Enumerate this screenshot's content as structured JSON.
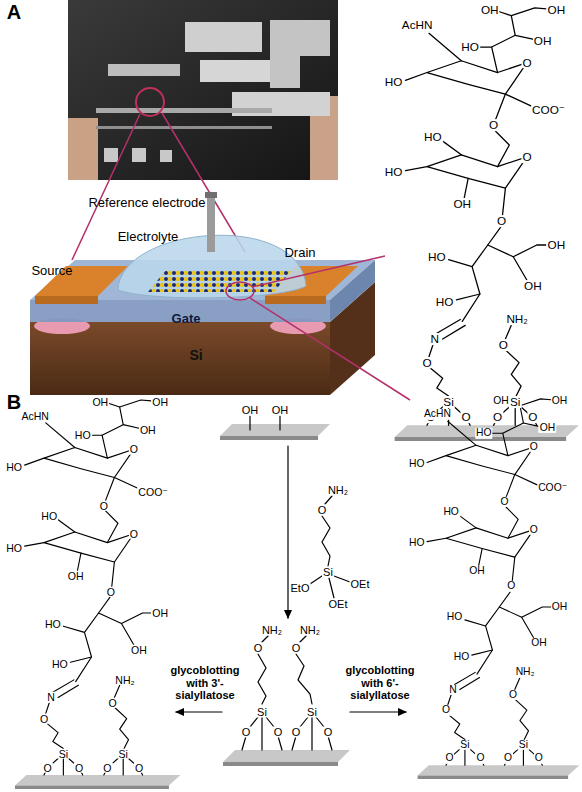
{
  "diagram": {
    "labels": [
      "A",
      "Reference electrode",
      "Electrolyte",
      "Source",
      "Drain",
      "Gate",
      "Si",
      "AcHN",
      "OH",
      "OH",
      "HO",
      "OH",
      "HO",
      "O",
      "COO⁻",
      "O",
      "HO",
      "HO",
      "O",
      "OH",
      "O",
      "OH",
      "OH",
      "HO",
      "HO",
      "N",
      "O",
      "NH₂",
      "O",
      "Si",
      "Si",
      "O",
      "O",
      "O",
      "O",
      "B",
      "OH",
      "OH",
      "NH₂",
      "O",
      "Si",
      "EtO",
      "OEt",
      "OEt",
      "O",
      "NH₂",
      "O",
      "NH₂",
      "Si",
      "Si",
      "O",
      "O",
      "O",
      "O",
      "glycoblotting with 3'-sialyllatose",
      "glycoblotting with 6'-sialyllatose",
      "AcHN",
      "OH",
      "OH",
      "HO",
      "OH",
      "HO",
      "O",
      "COO⁻",
      "O",
      "HO",
      "HO",
      "O",
      "OH",
      "O",
      "OH",
      "OH",
      "HO",
      "HO",
      "N",
      "O",
      "NH₂",
      "O",
      "Si",
      "Si",
      "O",
      "O",
      "O",
      "O",
      "AcHN",
      "OH",
      "OH",
      "HO",
      "OH",
      "HO",
      "O",
      "COO⁻",
      "O",
      "HO",
      "HO",
      "O",
      "OH",
      "O",
      "OH",
      "OH",
      "HO",
      "HO",
      "N",
      "O",
      "NH₂",
      "O",
      "Si",
      "Si",
      "O",
      "O",
      "O",
      "O"
    ]
  }
}
